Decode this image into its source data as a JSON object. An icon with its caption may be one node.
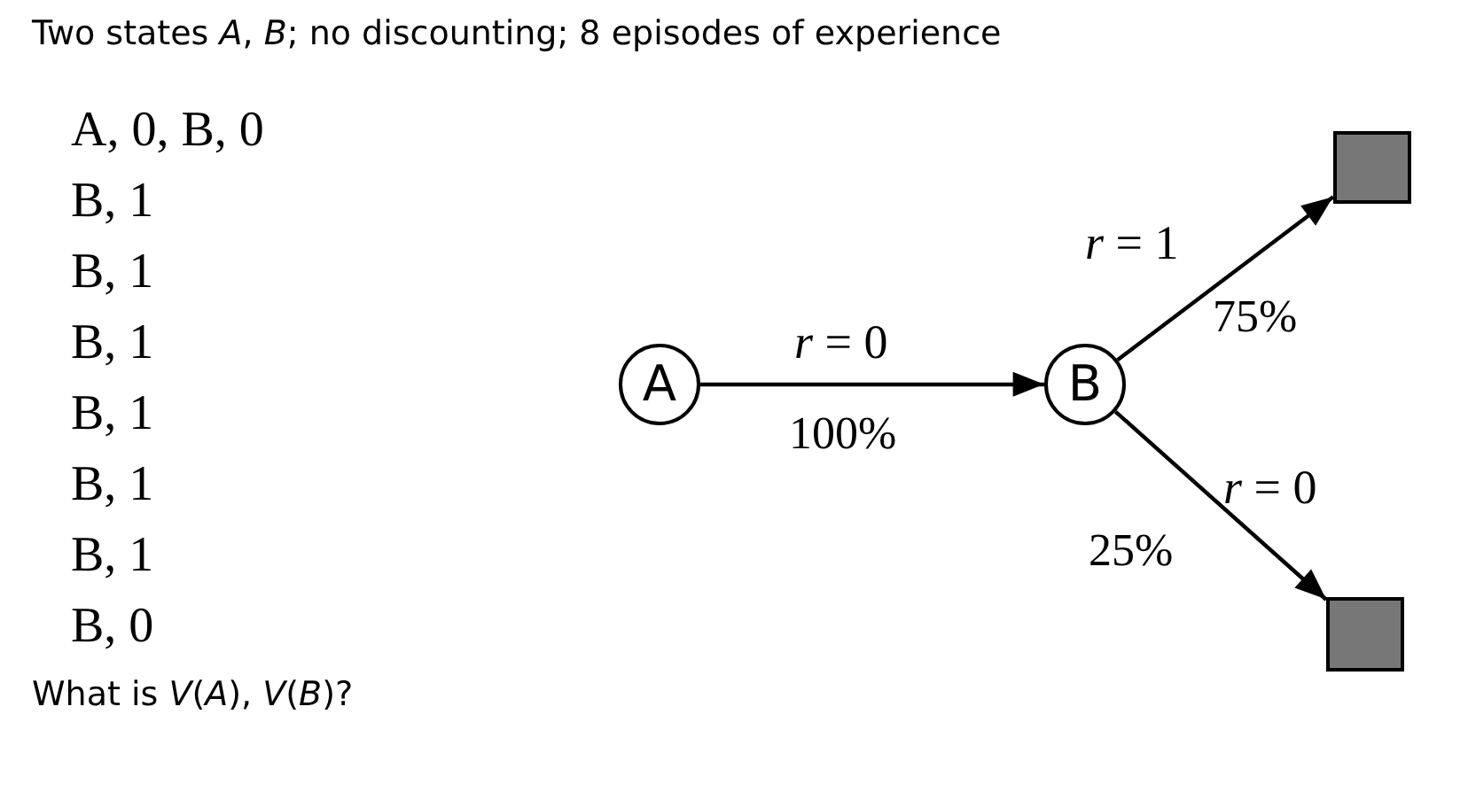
{
  "diagram": {
    "title": "Two states *A*, *B*; no discounting; 8 episodes of experience",
    "nodes": [
      {
        "text": [
          "A"
        ]
      },
      {
        "text": [
          "B"
        ]
      },
      {
        "text": [],
        "shape": "box"
      },
      {
        "text": [],
        "shape": "box"
      }
    ],
    "edges": [
      {
        "from": 0,
        "to": 1,
        "arrow": "to",
        "label": "*r* = 0"
      },
      {
        "from": 1,
        "to": 2,
        "arrow": "to",
        "label": "*r* = 1"
      },
      {
        "from": 1,
        "to": 3,
        "arrow": "to",
        "label": "*r* = 0"
      }
    ],
    "labels": [
      "A, 0, B, 0",
      "B, 1",
      "B, 1",
      "B, 1",
      "B, 1",
      "B, 1",
      "B, 1",
      "B, 0",
      "100%",
      "75%",
      "25%"
    ],
    "caption": "What is *V*(*A*), *V*(*B*)?"
  }
}
